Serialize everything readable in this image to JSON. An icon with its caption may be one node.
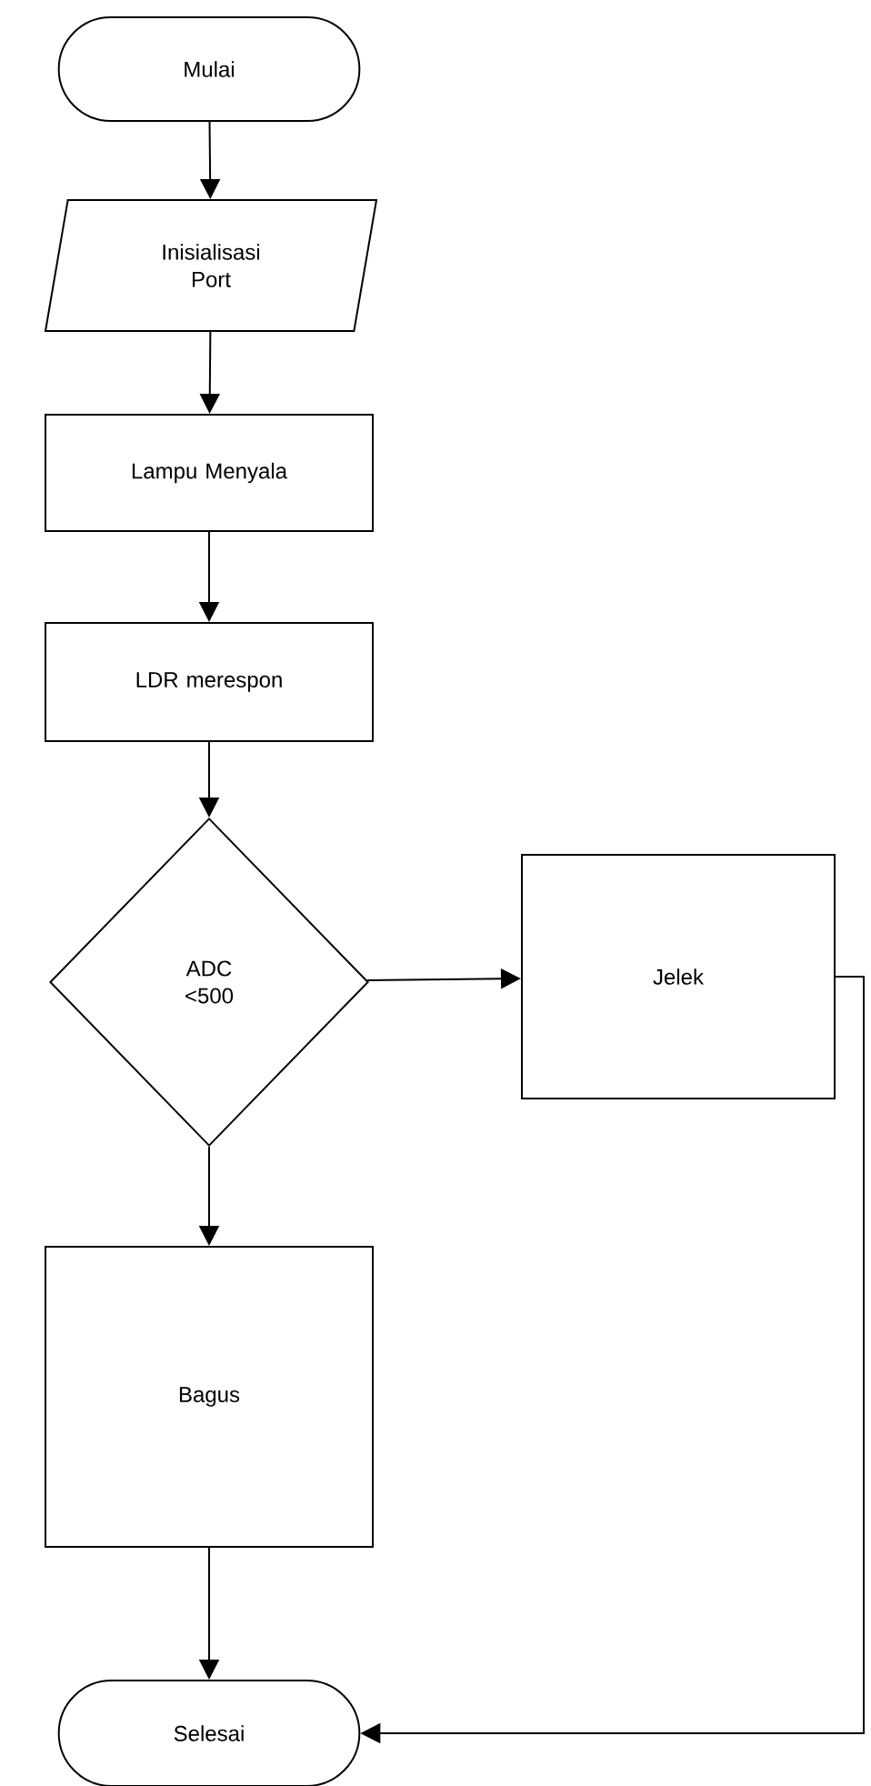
{
  "diagram": {
    "nodes": [
      {
        "text": [
          "Mulai"
        ]
      },
      {
        "text": [
          "Inisialisasi Port"
        ]
      },
      {
        "text": [
          "Lampu Menyala"
        ]
      },
      {
        "text": [
          "LDR merespon"
        ]
      },
      {
        "text": [
          "ADC <500"
        ]
      },
      {
        "text": [
          "Jelek"
        ]
      },
      {
        "text": [
          "Bagus"
        ]
      },
      {
        "text": [
          "Selesai"
        ]
      }
    ],
    "edges": [
      {
        "from": 0,
        "to": 1,
        "arrow": "to"
      },
      {
        "from": 1,
        "to": 2,
        "arrow": "to"
      },
      {
        "from": 2,
        "to": 3,
        "arrow": "to"
      },
      {
        "from": 3,
        "to": 4,
        "arrow": "to"
      },
      {
        "from": 4,
        "to": 5,
        "arrow": "to"
      },
      {
        "from": 4,
        "to": 6,
        "arrow": "to"
      },
      {
        "from": 6,
        "to": 7,
        "arrow": "to"
      },
      {
        "from": 5,
        "to": 7,
        "arrow": "to"
      }
    ]
  }
}
